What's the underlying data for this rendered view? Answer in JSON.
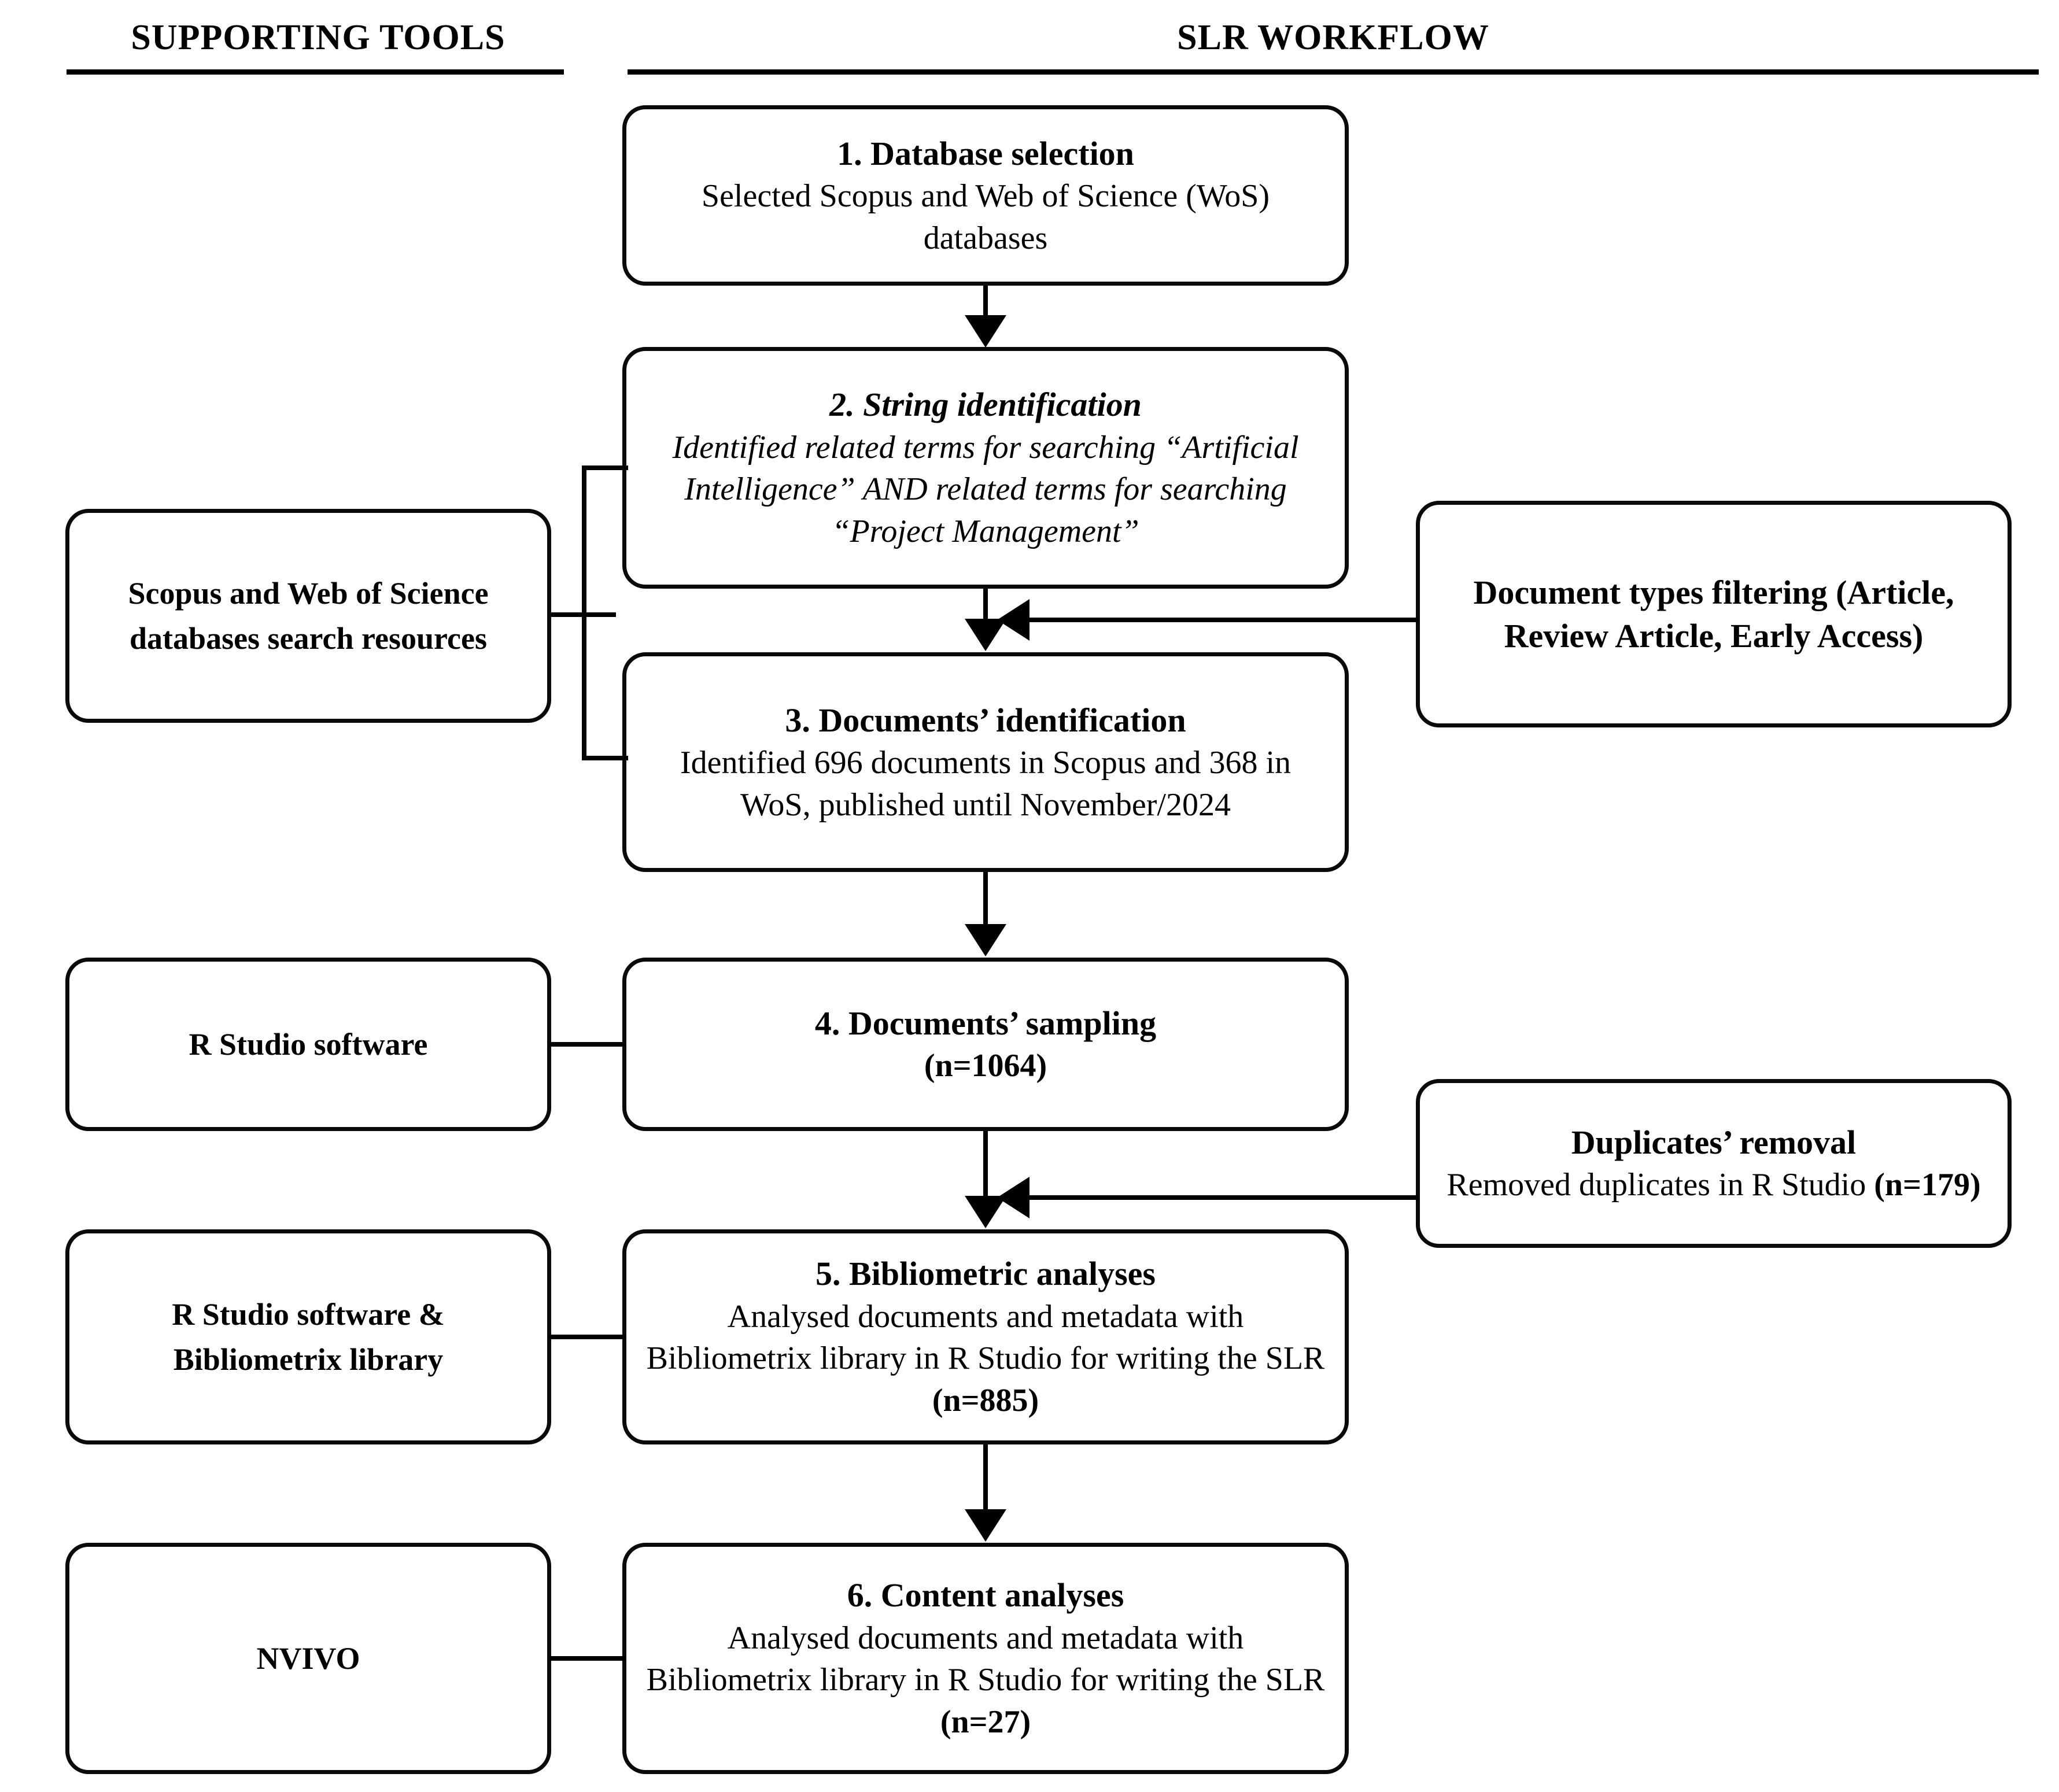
{
  "headers": {
    "left": "SUPPORTING TOOLS",
    "right": "SLR WORKFLOW"
  },
  "workflow": [
    {
      "id": "step-1",
      "title": "1. Database selection",
      "body": "Selected Scopus and Web of Science (WoS) databases",
      "style": "regular"
    },
    {
      "id": "step-2",
      "title": "2. String identification",
      "body": "Identified related terms for searching “Artificial Intelligence” AND related terms for searching “Project Management”",
      "style": "italic"
    },
    {
      "id": "step-3",
      "title": "3. Documents’ identification",
      "body": "Identified 696 documents in Scopus and 368 in WoS, published until November/2024",
      "style": "regular"
    },
    {
      "id": "step-4",
      "title": "4. Documents’ sampling",
      "body": "(n=1064)",
      "body_bold": true,
      "style": "regular"
    },
    {
      "id": "step-5",
      "title": "5. Bibliometric analyses",
      "body": "Analysed documents and metadata with Bibliometrix library in R Studio for writing the SLR ",
      "body_suffix_bold": "(n=885)",
      "style": "regular"
    },
    {
      "id": "step-6",
      "title": "6. Content analyses",
      "body": "Analysed documents and metadata with Bibliometrix library in R Studio for writing the SLR ",
      "body_suffix_bold": "(n=27)",
      "style": "regular"
    }
  ],
  "supporting_tools": [
    {
      "id": "tool-databases",
      "label": "Scopus and Web of Science databases search resources"
    },
    {
      "id": "tool-rstudio",
      "label": "R Studio software"
    },
    {
      "id": "tool-rstudio-bibliometrix",
      "label": "R Studio software & Bibliometrix library"
    },
    {
      "id": "tool-nvivo",
      "label": "NVIVO"
    }
  ],
  "side_notes": [
    {
      "id": "note-doc-types",
      "title": "Document types filtering (Article, Review Article, Early Access)",
      "body": ""
    },
    {
      "id": "note-duplicates",
      "title": "Duplicates’ removal",
      "body": "Removed duplicates in R Studio ",
      "body_suffix_bold": "(n=179)"
    }
  ],
  "colors": {
    "line": "#000000",
    "background": "#ffffff",
    "text": "#000000"
  }
}
